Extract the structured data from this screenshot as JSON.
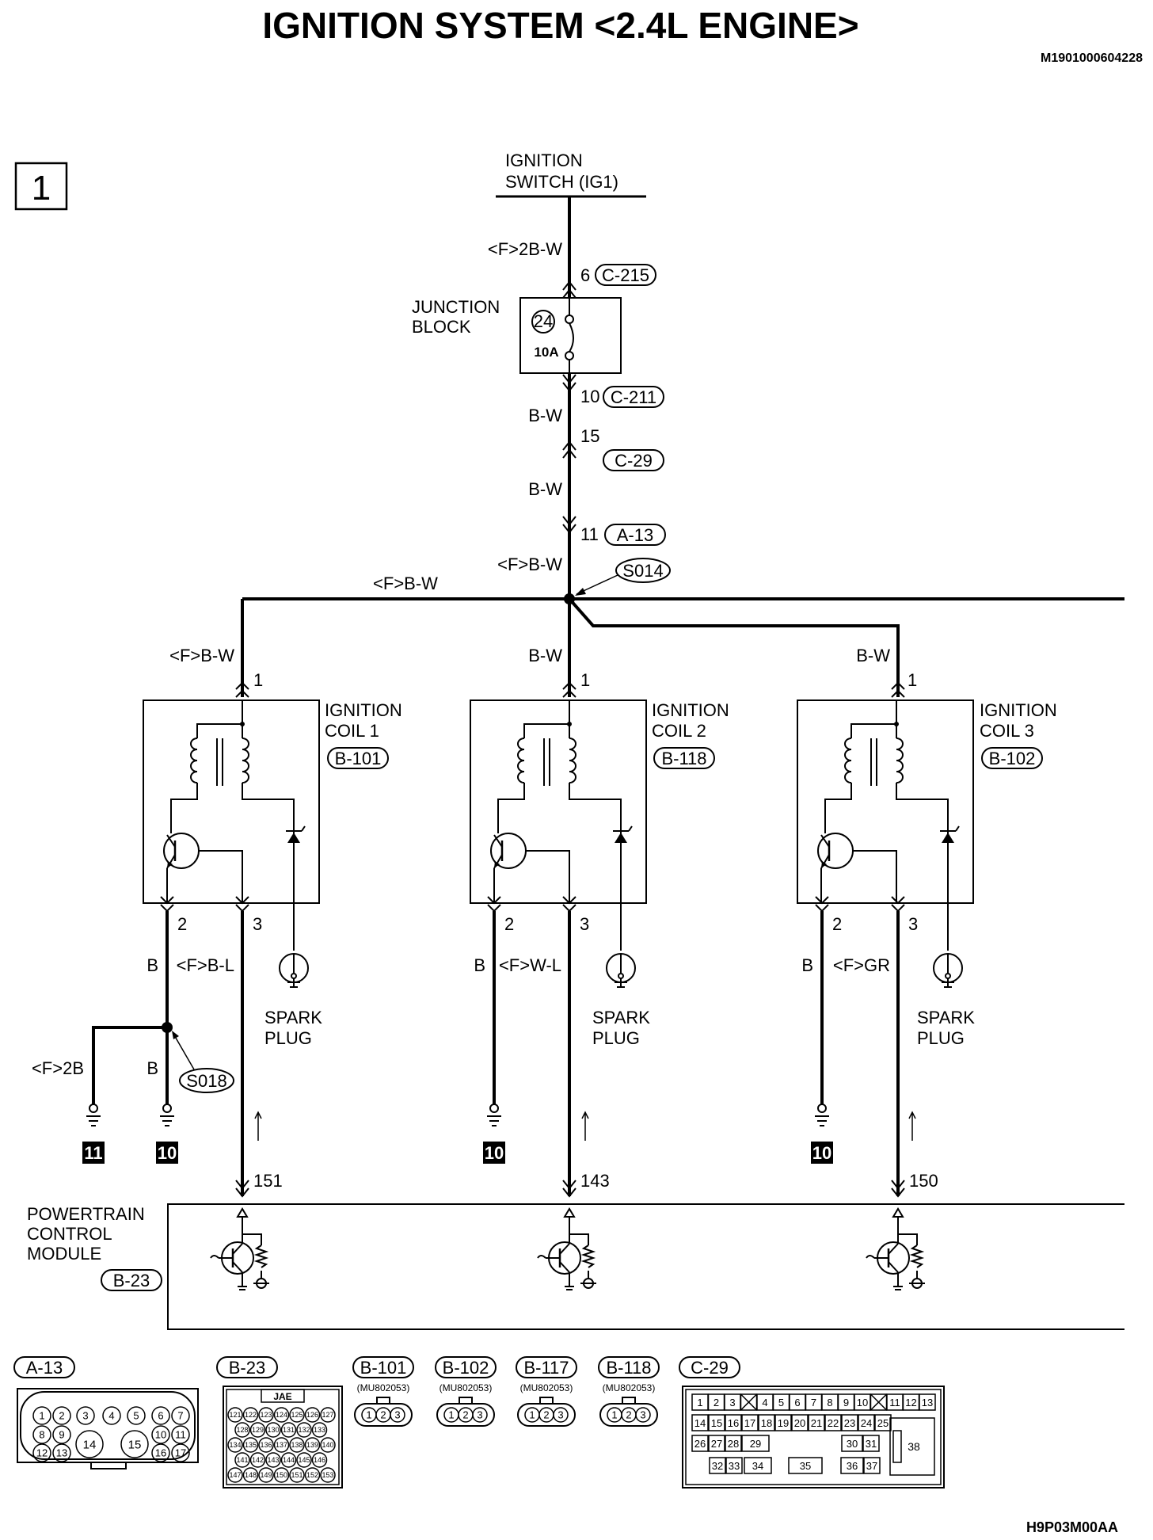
{
  "header": {
    "title": "IGNITION SYSTEM <2.4L ENGINE>",
    "doc_id": "M1901000604228",
    "page_number": "1",
    "figure_code": "H9P03M00AA"
  },
  "ignition_switch": {
    "line1": "IGNITION",
    "line2": "SWITCH (IG1)"
  },
  "junction_block": {
    "line1": "JUNCTION",
    "line2": "BLOCK",
    "fuse_number": "24",
    "fuse_rating": "10A"
  },
  "wires": {
    "w_2bw": "<F>2B-W",
    "w_bw1": "B-W",
    "w_bw2": "B-W",
    "w_fbw_trunk": "<F>B-W",
    "w_fbw_left": "<F>B-W",
    "w_fbw_coil1": "<F>B-W",
    "w_bw_coil2": "B-W",
    "w_bw_coil3": "B-W",
    "w_b_c1": "B",
    "w_fbl": "<F>B-L",
    "w_f2b": "<F>2B",
    "w_b_gnd": "B",
    "w_b_c2": "B",
    "w_fwl": "<F>W-L",
    "w_b_c3": "B",
    "w_fgr": "<F>GR"
  },
  "connectors": {
    "c215": "C-215",
    "c211": "C-211",
    "c29": "C-29",
    "a13": "A-13",
    "pin_c215": "6",
    "pin_c211": "10",
    "pin_c29": "15",
    "pin_a13": "11"
  },
  "splices": {
    "s014": "S014",
    "s018": "S018"
  },
  "coils": [
    {
      "line1": "IGNITION",
      "line2": "COIL 1",
      "connector": "B-101",
      "pin1": "1",
      "pin2": "2",
      "pin3": "3"
    },
    {
      "line1": "IGNITION",
      "line2": "COIL 2",
      "connector": "B-118",
      "pin1": "1",
      "pin2": "2",
      "pin3": "3"
    },
    {
      "line1": "IGNITION",
      "line2": "COIL 3",
      "connector": "B-102",
      "pin1": "1",
      "pin2": "2",
      "pin3": "3"
    }
  ],
  "spark_plug": {
    "line1": "SPARK",
    "line2": "PLUG"
  },
  "grounds": [
    "11",
    "10",
    "10",
    "10"
  ],
  "pcm": {
    "line1": "POWERTRAIN",
    "line2": "CONTROL",
    "line3": "MODULE",
    "connector": "B-23",
    "pins": [
      "151",
      "143",
      "150"
    ]
  },
  "connector_views": {
    "a13": {
      "label": "A-13",
      "pins": [
        "1",
        "2",
        "3",
        "4",
        "5",
        "6",
        "7",
        "8",
        "9",
        "14",
        "10",
        "11",
        "12",
        "13",
        "15",
        "16",
        "17"
      ]
    },
    "b23": {
      "label": "B-23",
      "sub": "JAE",
      "pins": [
        "121",
        "122",
        "123",
        "124",
        "125",
        "126",
        "127",
        "128",
        "129",
        "130",
        "131",
        "132",
        "133",
        "134",
        "135",
        "136",
        "137",
        "138",
        "139",
        "140",
        "141",
        "142",
        "143",
        "144",
        "145",
        "146",
        "147",
        "148",
        "149",
        "150",
        "151",
        "152",
        "153"
      ]
    },
    "b101": {
      "label": "B-101",
      "part": "(MU802053)"
    },
    "b102": {
      "label": "B-102",
      "part": "(MU802053)"
    },
    "b117": {
      "label": "B-117",
      "part": "(MU802053)"
    },
    "b118": {
      "label": "B-118",
      "part": "(MU802053)"
    },
    "small_pins": [
      "1",
      "2",
      "3"
    ],
    "c29": {
      "label": "C-29",
      "row1": [
        "1",
        "2",
        "3",
        "",
        "4",
        "5",
        "6",
        "7",
        "8",
        "9",
        "10",
        "",
        "11",
        "12",
        "13"
      ],
      "row2": [
        "14",
        "15",
        "16",
        "17",
        "18",
        "19",
        "20",
        "21",
        "22",
        "23",
        "24",
        "25"
      ],
      "row3": [
        "26",
        "27",
        "28",
        "29",
        "30",
        "31"
      ],
      "row4": [
        "32",
        "33",
        "34",
        "35",
        "36",
        "37"
      ],
      "big": "38"
    }
  }
}
